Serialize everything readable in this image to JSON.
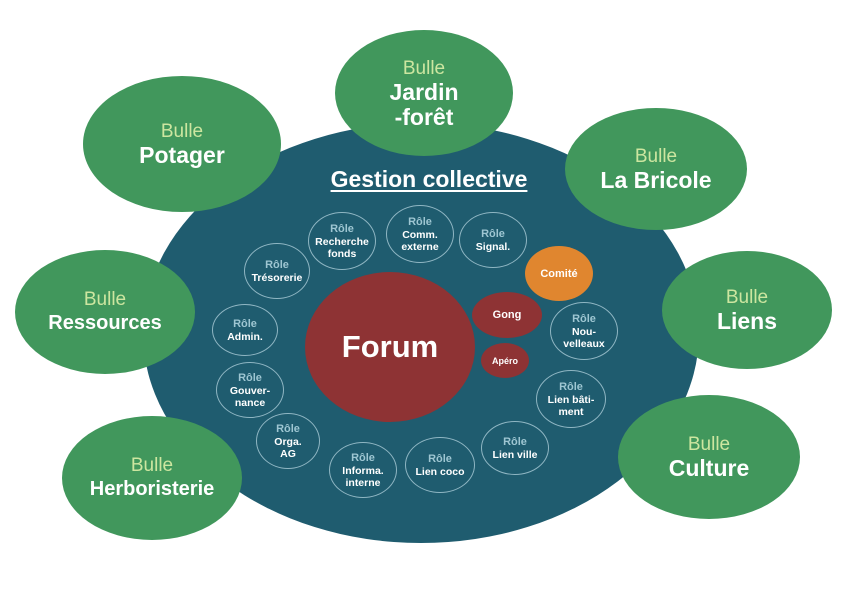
{
  "diagram": {
    "title": "Gestion collective",
    "center": "Forum",
    "comite": "Comité",
    "gong": "Gong",
    "apero": "Apéro"
  },
  "bulles": {
    "kicker": "Bulle",
    "jardin": "Jardin\n-forêt",
    "potager": "Potager",
    "bricole": "La Bricole",
    "ressources": "Ressources",
    "liens": "Liens",
    "herboristerie": "Herboristerie",
    "culture": "Culture"
  },
  "roles": {
    "kicker": "Rôle",
    "recherche_fonds": "Recherche\nfonds",
    "comm_externe": "Comm.\nexterne",
    "signal": "Signal.",
    "tresorerie": "Trésorerie",
    "admin": "Admin.",
    "nouvelleaux": "Nou-\nvelleaux",
    "gouvernance": "Gouver-\nnance",
    "lien_batiment": "Lien bâti-\nment",
    "orga_ag": "Orga.\nAG",
    "lien_ville": "Lien ville",
    "informa_interne": "Informa.\ninterne",
    "lien_coco": "Lien coco"
  },
  "colors": {
    "teal": "#1f5c6f",
    "green": "#41975c",
    "red": "#8e3334",
    "orange": "#e0862f"
  }
}
